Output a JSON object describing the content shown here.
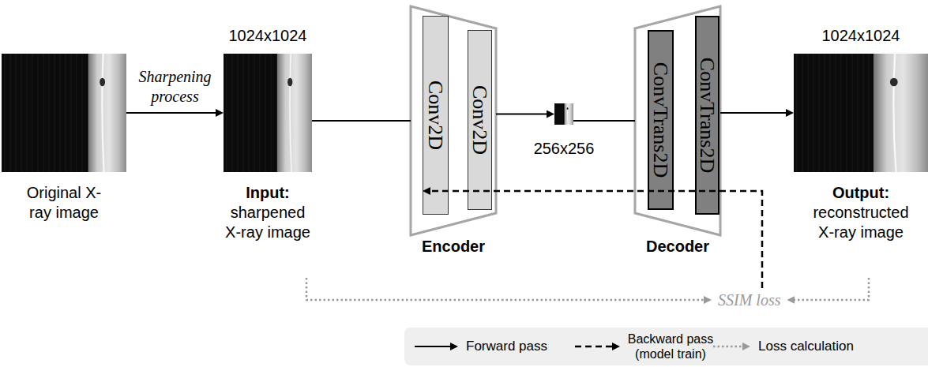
{
  "diagram": {
    "nodes": [
      {
        "text": [
          "Original X-ray image"
        ]
      },
      {
        "text": [
          "1024x1024",
          "Input:",
          "sharpened X-ray image"
        ]
      },
      {
        "text": [
          "Encoder"
        ]
      },
      {
        "text": [
          "Conv2D"
        ],
        "in": 2
      },
      {
        "text": [
          "Conv2D"
        ],
        "in": 2
      },
      {
        "text": [
          "256x256"
        ]
      },
      {
        "text": [
          "Decoder"
        ]
      },
      {
        "text": [
          "ConvTrans2D"
        ],
        "in": 6
      },
      {
        "text": [
          "ConvTrans2D"
        ],
        "in": 6
      },
      {
        "text": [
          "1024x1024",
          "Output:",
          "reconstructed X-ray image"
        ]
      },
      {
        "text": [
          "SSIM loss"
        ]
      }
    ],
    "edges": [
      {
        "from": 0,
        "to": 1,
        "arrow": "to",
        "label": "Sharpening process"
      },
      {
        "from": 1,
        "to": 2,
        "arrow": "none"
      },
      {
        "from": 2,
        "to": 5,
        "arrow": "to"
      },
      {
        "from": 5,
        "to": 6,
        "arrow": "none"
      },
      {
        "from": 6,
        "to": 9,
        "arrow": "to"
      },
      {
        "from": 1,
        "to": 10,
        "arrow": "to"
      },
      {
        "from": 9,
        "to": 10,
        "arrow": "to"
      },
      {
        "from": 10,
        "to": 2,
        "arrow": "to"
      }
    ],
    "legend": [
      {
        "text": "Forward pass"
      },
      {
        "text": "Backward pass (model train)"
      },
      {
        "text": "Loss calculation"
      }
    ]
  }
}
